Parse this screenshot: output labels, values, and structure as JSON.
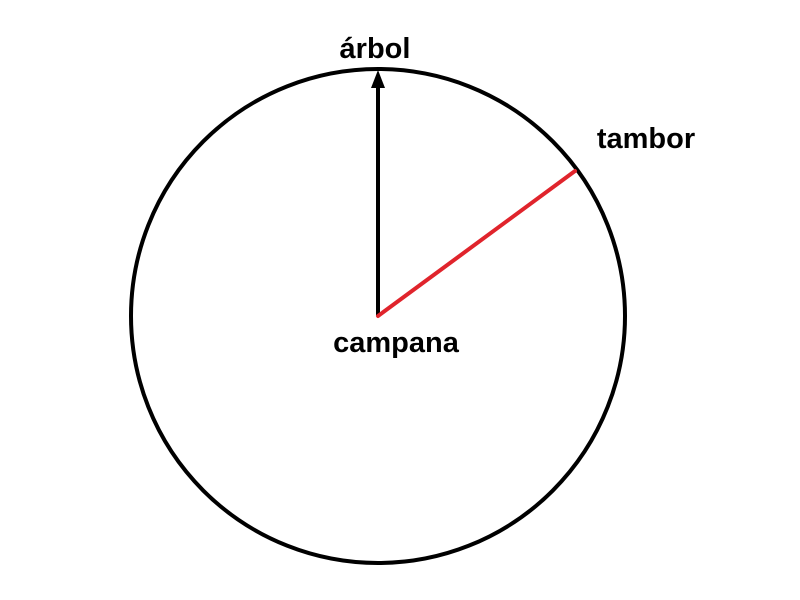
{
  "labels": {
    "top": "árbol",
    "right": "tambor",
    "center": "campana"
  },
  "colors": {
    "circle": "#000000",
    "arrow": "#000000",
    "radius_line": "#e0242c",
    "text": "#000000",
    "background": "#ffffff"
  },
  "icons": {
    "arrow_head": "up-arrowhead-icon"
  }
}
